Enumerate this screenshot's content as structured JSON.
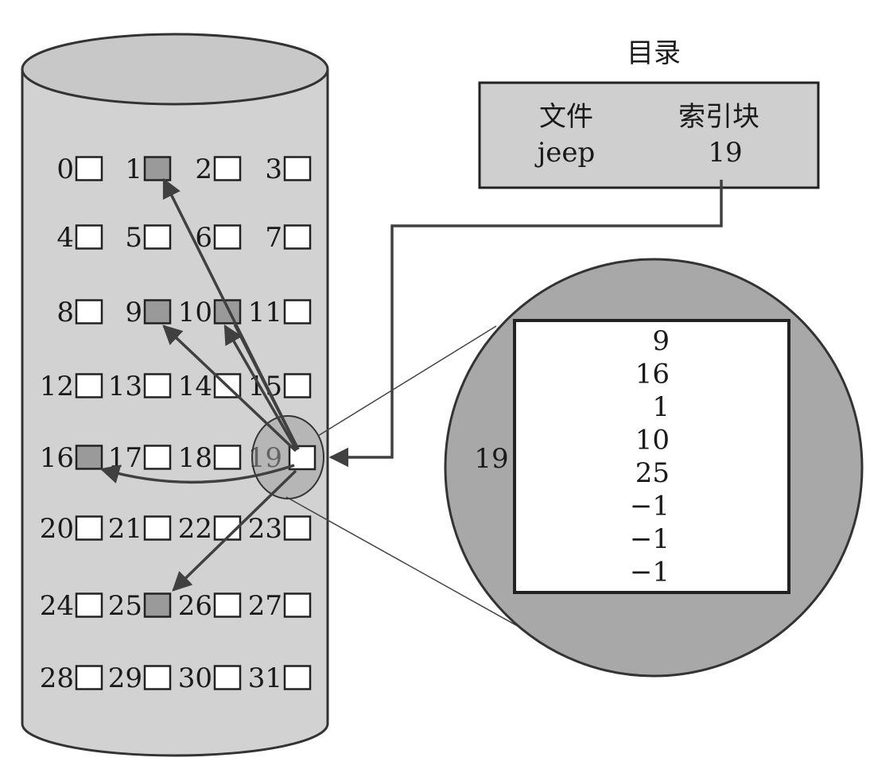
{
  "directory": {
    "title": "目录",
    "col_file": "文件",
    "col_index_block": "索引块",
    "file_name": "jeep",
    "index_block_value": "19"
  },
  "disk": {
    "blocks": [
      "0",
      "1",
      "2",
      "3",
      "4",
      "5",
      "6",
      "7",
      "8",
      "9",
      "10",
      "11",
      "12",
      "13",
      "14",
      "15",
      "16",
      "17",
      "18",
      "19",
      "20",
      "21",
      "22",
      "23",
      "24",
      "25",
      "26",
      "27",
      "28",
      "29",
      "30",
      "31"
    ],
    "used_blocks": [
      "1",
      "9",
      "10",
      "16",
      "25"
    ],
    "index_block": "19"
  },
  "index_block_view": {
    "label": "19",
    "entries": [
      "9",
      "16",
      "1",
      "10",
      "25",
      "−1",
      "−1",
      "−1"
    ]
  },
  "colors": {
    "cylinder": "#d2d2d2",
    "used_block": "#9a9a9a",
    "free_block": "#ffffff",
    "directory_box": "#cfcfcf",
    "zoom_disc": "#a8a8a8",
    "arrow": "#404040"
  }
}
